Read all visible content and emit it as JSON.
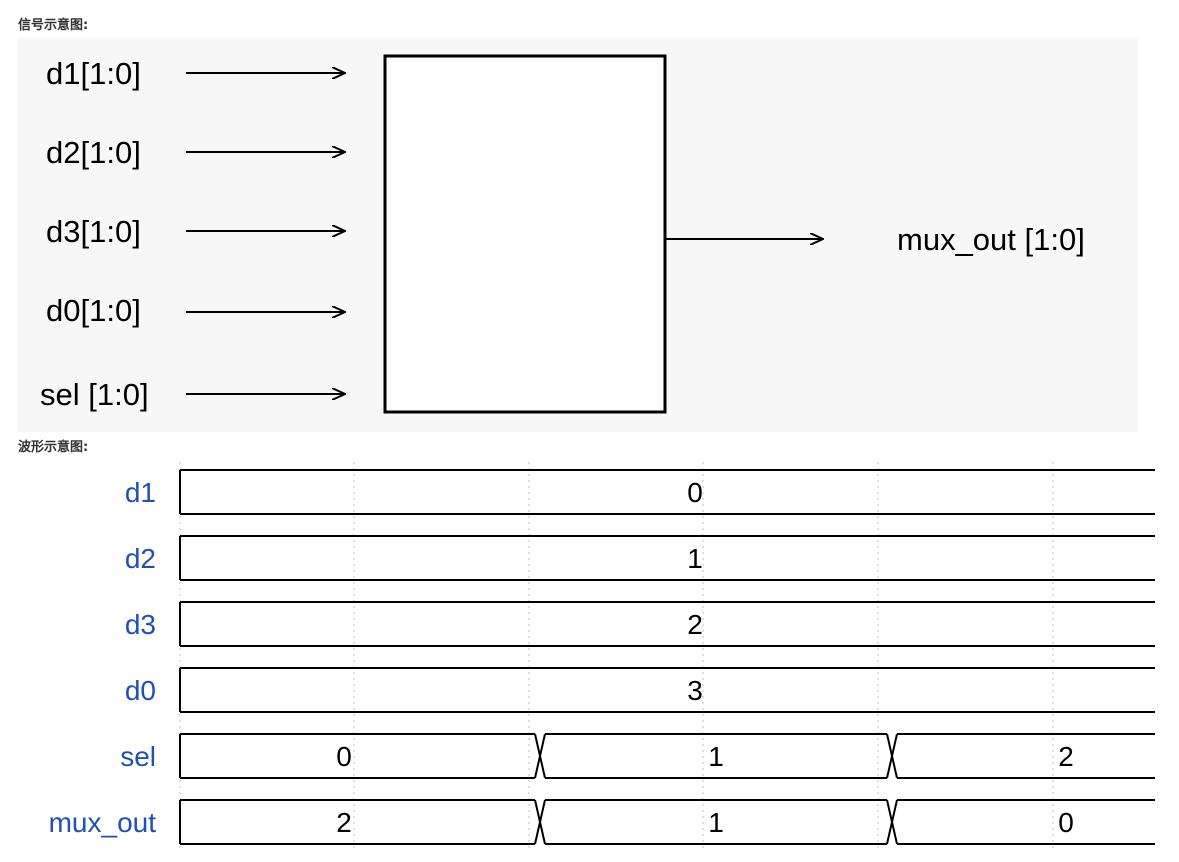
{
  "signal_diagram": {
    "heading": "信号示意图:",
    "inputs": [
      {
        "label": "d1[1:0]"
      },
      {
        "label": "d2[1:0]"
      },
      {
        "label": "d3[1:0]"
      },
      {
        "label": "d0[1:0]"
      },
      {
        "label": "sel [1:0]"
      }
    ],
    "output": {
      "label": "mux_out [1:0]"
    }
  },
  "waveform": {
    "heading": "波形示意图:",
    "signals": [
      {
        "name": "d1",
        "segments": [
          "0"
        ]
      },
      {
        "name": "d2",
        "segments": [
          "1"
        ]
      },
      {
        "name": "d3",
        "segments": [
          "2"
        ]
      },
      {
        "name": "d0",
        "segments": [
          "3"
        ]
      },
      {
        "name": "sel",
        "segments": [
          "0",
          "1",
          "2"
        ]
      },
      {
        "name": "mux_out",
        "segments": [
          "2",
          "1",
          "0"
        ]
      }
    ],
    "colors": {
      "signal_name": "#1f4fb8",
      "trace": "#000000",
      "grid": "#bfbfbf"
    }
  }
}
